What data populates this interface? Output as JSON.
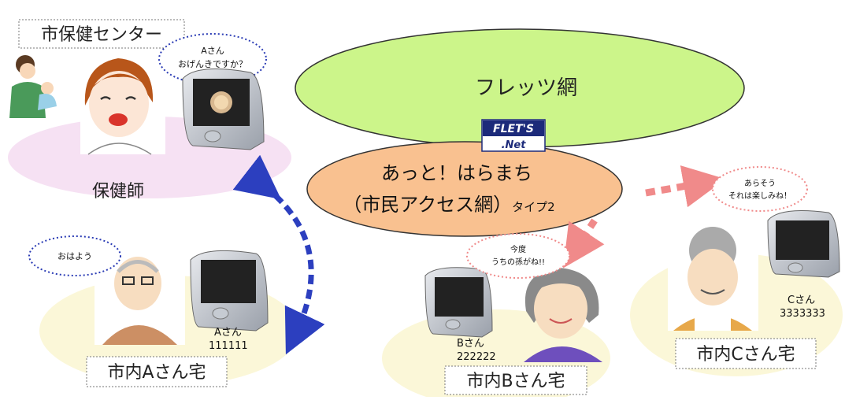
{
  "labels": {
    "center": "市保健センター",
    "nurse_role": "保健師",
    "home_a": "市内Aさん宅",
    "home_b": "市内Bさん宅",
    "home_c": "市内Cさん宅"
  },
  "network": {
    "flets": "フレッツ網",
    "logo_top": "FLET'S",
    "logo_bottom": ".Net",
    "local_line1": "あっと！はらまち",
    "local_line2": "（市民アクセス網）",
    "local_type": "タイプ2"
  },
  "bubbles": {
    "nurse_line1": "Aさん",
    "nurse_line2": "おげんきですか？",
    "a": "おはよう",
    "b_line1": "今度",
    "b_line2": "うちの孫がね!!",
    "c_line1": "あらそう",
    "c_line2": "それは楽しみね！"
  },
  "contacts": {
    "a_name": "Aさん",
    "a_number": "111111",
    "b_name": "Bさん",
    "b_number": "222222",
    "c_name": "Cさん",
    "c_number": "3333333"
  },
  "colors": {
    "flets_fill": "#ccf58a",
    "local_fill": "#f9c190",
    "pink_ellipse": "#f6e1f3",
    "yellow_ellipse": "#fbf7d8",
    "blue_arrow": "#2c3fbf",
    "pink_arrow": "#f08a8a"
  }
}
